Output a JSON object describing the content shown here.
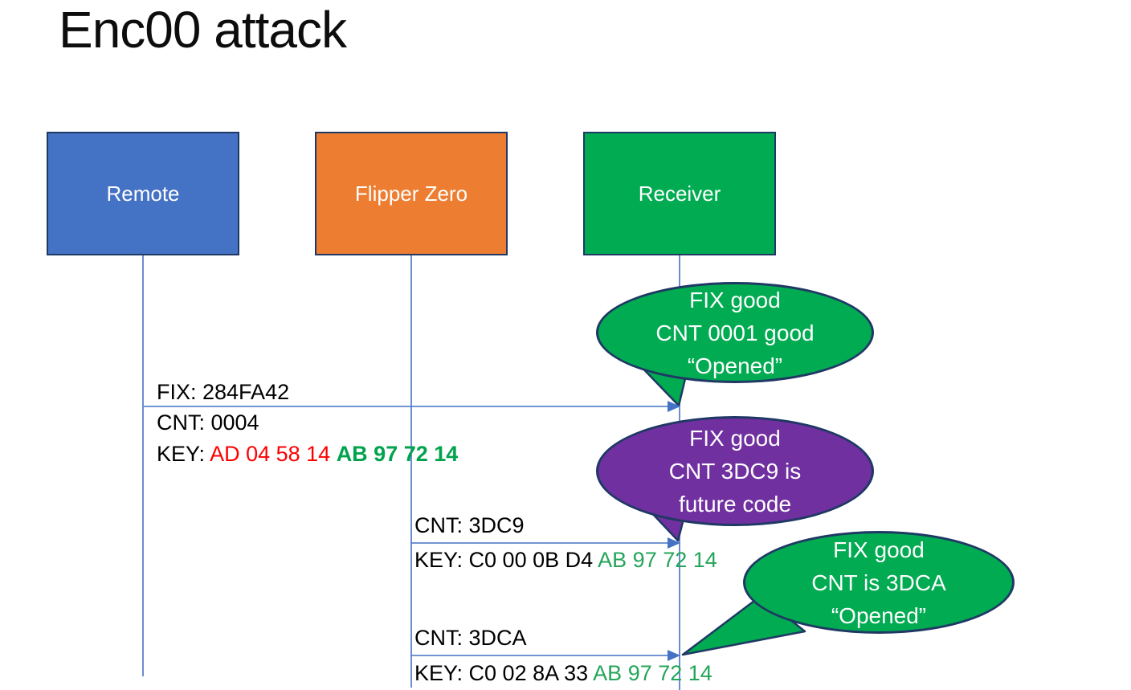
{
  "title": "Enc00 attack",
  "actors": [
    {
      "label": "Remote",
      "color": "#4472C4"
    },
    {
      "label": "Flipper Zero",
      "color": "#ED7D31"
    },
    {
      "label": "Receiver",
      "color": "#00AB51"
    }
  ],
  "messages": [
    {
      "fix": "FIX: 284FA42",
      "cnt": "CNT: 0004",
      "key_prefix": "KEY: ",
      "key_red": "AD 04 58 14 ",
      "key_green": "AB 97 72 14"
    },
    {
      "cnt": "CNT: 3DC9",
      "key_prefix": "KEY: C0 00 0B D4 ",
      "key_green": "AB 97 72 14"
    },
    {
      "cnt": "CNT: 3DCA",
      "key_prefix": "KEY: C0 02 8A 33 ",
      "key_green": "AB 97 72 14"
    }
  ],
  "callouts": [
    {
      "lines": [
        "FIX good",
        "CNT 0001 good",
        "“Opened”"
      ],
      "color": "#00AB51"
    },
    {
      "lines": [
        "FIX good",
        "CNT 3DC9 is",
        "future code"
      ],
      "color": "#7030A0"
    },
    {
      "lines": [
        "FIX good",
        "CNT is 3DCA",
        "“Opened”"
      ],
      "color": "#00AB51"
    }
  ],
  "colors": {
    "background": "#FFFFFF",
    "outline": "#1F3864",
    "line": "#4472C4",
    "title_text": "#0D0D0D",
    "message_text": "#000000",
    "actor_text": "#FFFFFF",
    "callout_text": "#FFFFFF",
    "key_red": "#FF0000",
    "key_green_bold": "#00A34D",
    "key_green": "#24A55A"
  }
}
